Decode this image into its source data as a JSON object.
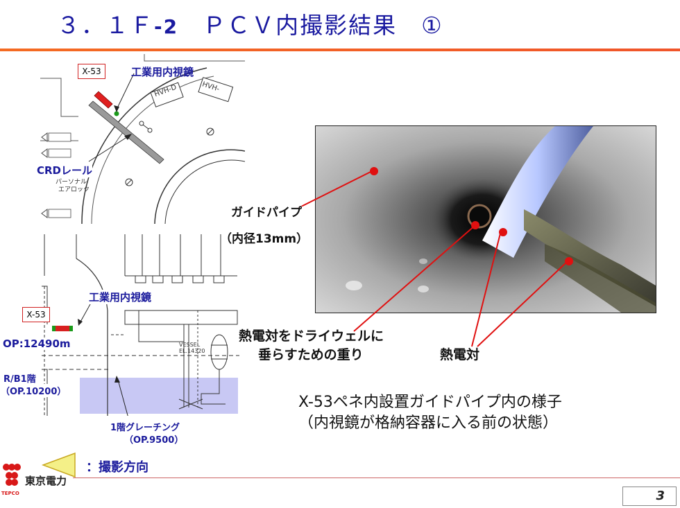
{
  "title": {
    "prefix": "３．１Ｆ",
    "num": "-2",
    "rest": "　ＰＣＶ内撮影結果　①"
  },
  "top_diagram": {
    "x53_label": "X-53",
    "endoscope_label": "工業用内視鏡",
    "crd_label": "CRDレール",
    "hvh_d_label": "HVH-D",
    "hvh2_label": "HVH-",
    "airlock_label1": "パーソナル",
    "airlock_label2": "エアロック"
  },
  "bottom_diagram": {
    "endoscope_label": "工業用内視鏡",
    "x53_label": "X-53",
    "op_label": "OP:12490m",
    "rb1_label": "R/B1階",
    "rb1_op": "（OP.10200）",
    "grating_label": "1階グレーチング",
    "grating_op": "（OP.9500）",
    "vessel_label1": "VESSEL",
    "vessel_label2": "EL.14320"
  },
  "photo_labels": {
    "guide_pipe": "ガイドパイプ",
    "guide_pipe_dim": "（内径13mm）",
    "weight_line1": "熱電対をドライウェルに",
    "weight_line2": "垂らすための重り",
    "thermocouple": "熱電対"
  },
  "caption": {
    "line1": "X-53ペネ内設置ガイドパイプ内の様子",
    "line2": "（内視鏡が格納容器に入る前の状態）"
  },
  "legend": {
    "direction": "：撮影方向"
  },
  "logo": {
    "company": "東京電力",
    "sub": "TEPCO"
  },
  "page_number": "3"
}
